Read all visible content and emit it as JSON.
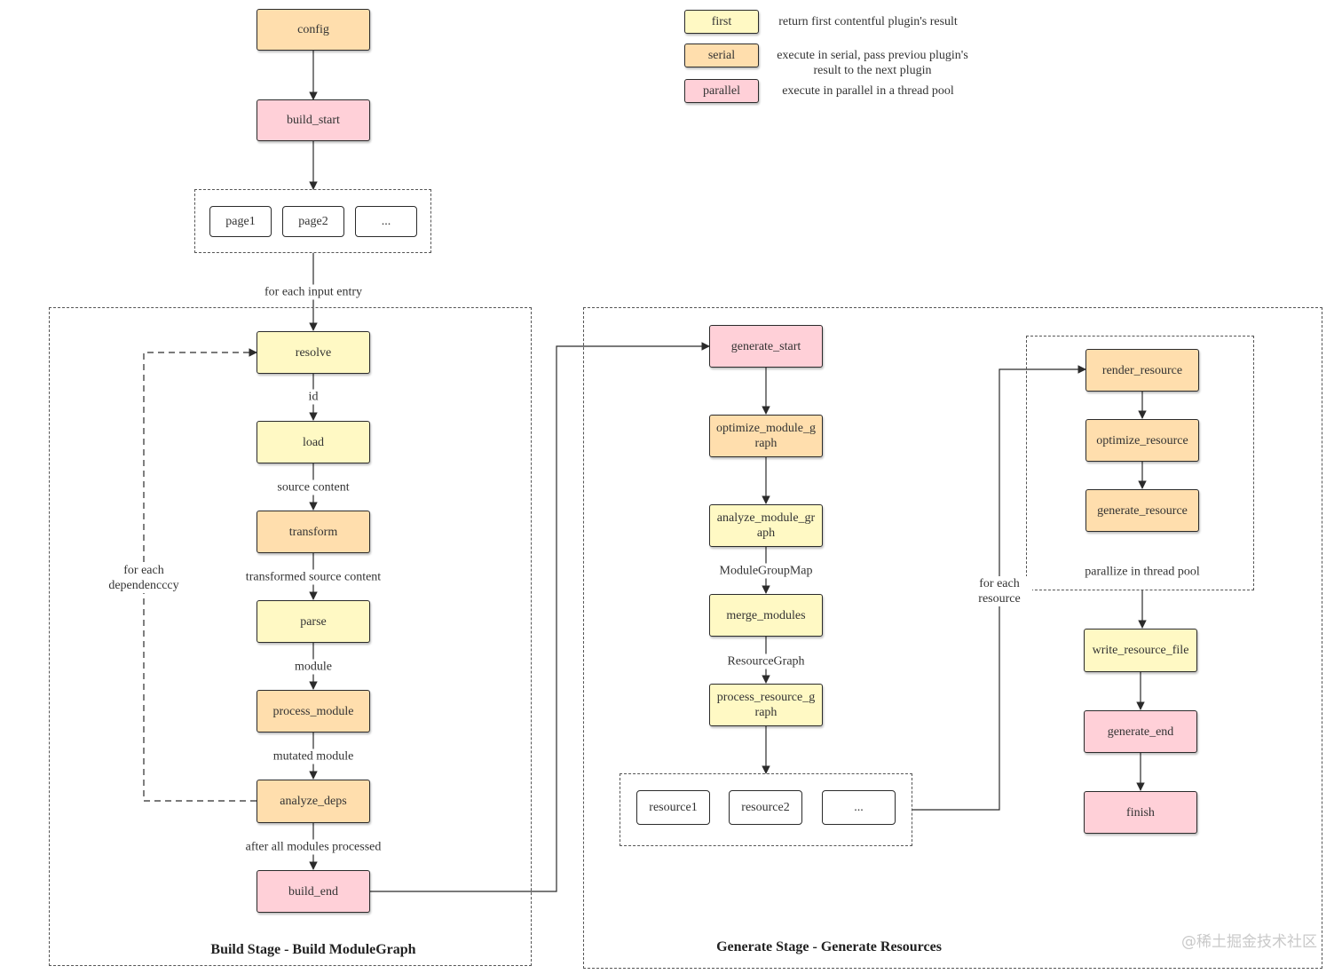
{
  "legend": {
    "first": {
      "label": "first",
      "desc": "return first contentful plugin's result"
    },
    "serial": {
      "label": "serial",
      "desc": "execute in serial, pass previou plugin's result to the next plugin"
    },
    "parallel": {
      "label": "parallel",
      "desc": "execute in parallel in a thread pool"
    }
  },
  "nodes": {
    "config": "config",
    "build_start": "build_start",
    "page1": "page1",
    "page2": "page2",
    "pages_more": "...",
    "resolve": "resolve",
    "load": "load",
    "transform": "transform",
    "parse": "parse",
    "process_module": "process_module",
    "analyze_deps": "analyze_deps",
    "build_end": "build_end",
    "generate_start": "generate_start",
    "optimize_module_graph": "optimize_module_graph",
    "analyze_module_graph": "analyze_module_graph",
    "merge_modules": "merge_modules",
    "process_resource_graph": "process_resource_graph",
    "resource1": "resource1",
    "resource2": "resource2",
    "resources_more": "...",
    "render_resource": "render_resource",
    "optimize_resource": "optimize_resource",
    "generate_resource": "generate_resource",
    "write_resource_file": "write_resource_file",
    "generate_end": "generate_end",
    "finish": "finish"
  },
  "edge_labels": {
    "for_each_input_entry": "for each input entry",
    "id": "id",
    "source_content": "source content",
    "transformed_source_content": "transformed source content",
    "module": "module",
    "mutated_module": "mutated module",
    "after_all_modules_processed": "after all modules processed",
    "for_each_dependency": "for each dependencccy",
    "module_group_map": "ModuleGroupMap",
    "resource_graph": "ResourceGraph",
    "for_each_resource": "for each resource",
    "parallize_in_thread_pool": "parallize in thread pool"
  },
  "groups": {
    "build_stage": "Build Stage - Build ModuleGraph",
    "generate_stage": "Generate Stage - Generate Resources"
  },
  "watermark": "@稀土掘金技术社区",
  "colors": {
    "first": "#fff9c4",
    "serial": "#ffdead",
    "parallel": "#ffd0d8",
    "stroke": "#2b2b2b"
  }
}
